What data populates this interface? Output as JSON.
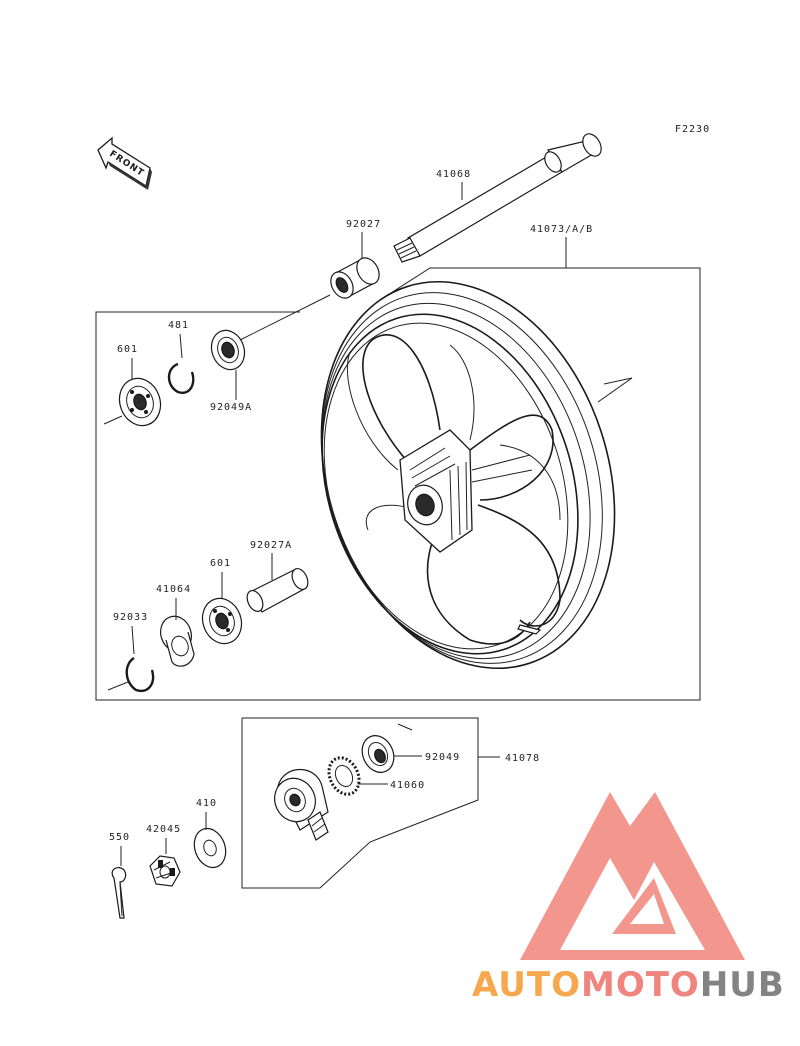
{
  "figure_code": "F2230",
  "front_label": "FRONT",
  "parts": {
    "p41068": "41068",
    "p41073": "41073/A/B",
    "p92027": "92027",
    "p481": "481",
    "p601_top": "601",
    "p92049A": "92049A",
    "p92027A": "92027A",
    "p601_bottom": "601",
    "p41064": "41064",
    "p92033": "92033",
    "p92049": "92049",
    "p41078": "41078",
    "p41060": "41060",
    "p410": "410",
    "p42045": "42045",
    "p550": "550"
  },
  "watermark": {
    "part1": "AUTO",
    "part2": "MOTO",
    "part3": "HUB",
    "color_orange": "#f5a445",
    "color_red": "#ef7f78",
    "color_gray": "#7d7d7d"
  }
}
